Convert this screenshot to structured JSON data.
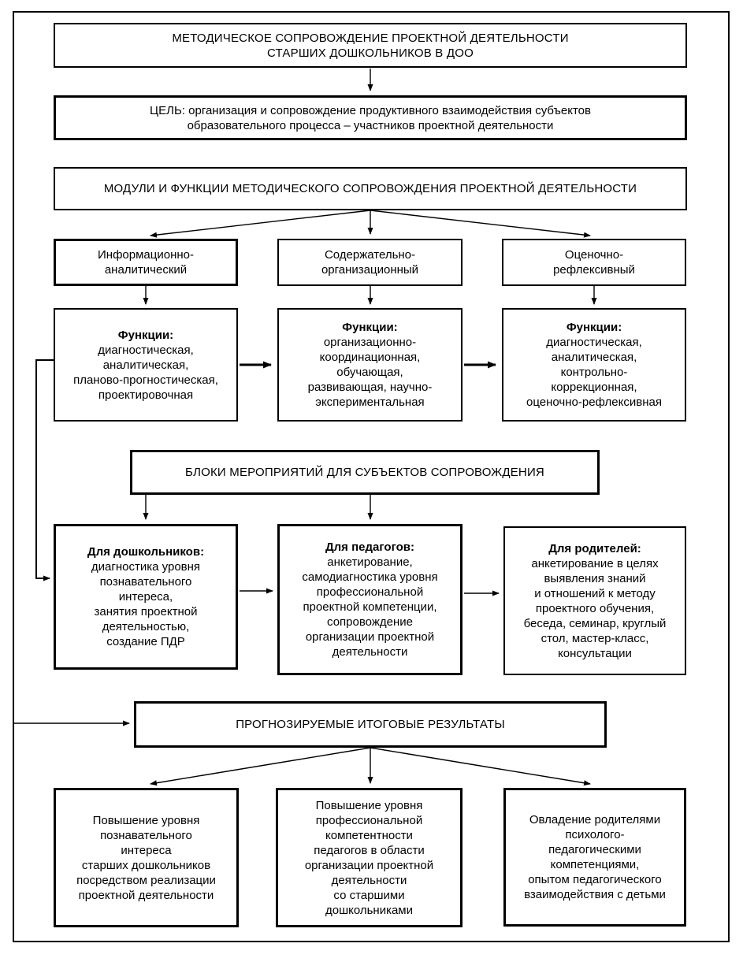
{
  "title": "МЕТОДИЧЕСКОЕ СОПРОВОЖДЕНИЕ ПРОЕКТНОЙ ДЕЯТЕЛЬНОСТИ\nСТАРШИХ ДОШКОЛЬНИКОВ В ДОО",
  "goal": "ЦЕЛЬ: организация и сопровождение продуктивного взаимодействия субъектов\nобразовательного процесса – участников проектной деятельности",
  "modules_header": "МОДУЛИ И ФУНКЦИИ МЕТОДИЧЕСКОГО СОПРОВОЖДЕНИЯ ПРОЕКТНОЙ ДЕЯТЕЛЬНОСТИ",
  "modules": [
    {
      "name": "Информационно-\nаналитический",
      "functions_label": "Функции:",
      "functions": "диагностическая,\nаналитическая,\nпланово-прогностическая,\nпроектировочная"
    },
    {
      "name": "Содержательно-\nорганизационный",
      "functions_label": "Функции:",
      "functions": "организационно-\nкоординационная,\nобучающая,\nразвивающая, научно-\nэкспериментальная"
    },
    {
      "name": "Оценочно-\nрефлексивный",
      "functions_label": "Функции:",
      "functions": "диагностическая,\nаналитическая,\nконтрольно-\nкоррекционная,\nоценочно-рефлексивная"
    }
  ],
  "blocks_header": "БЛОКИ МЕРОПРИЯТИЙ ДЛЯ СУБЪЕКТОВ СОПРОВОЖДЕНИЯ",
  "blocks": [
    {
      "label": "Для дошкольников:",
      "text": "диагностика уровня\nпознавательного\nинтереса,\nзанятия проектной\nдеятельностью,\nсоздание ПДР"
    },
    {
      "label": "Для педагогов:",
      "text": "анкетирование,\nсамодиагностика уровня\nпрофессиональной\nпроектной компетенции,\nсопровождение\nорганизации проектной\nдеятельности"
    },
    {
      "label": "Для родителей:",
      "text": "анкетирование в целях\nвыявления знаний\nи отношений к методу\nпроектного обучения,\nбеседа, семинар, круглый\nстол, мастер-класс,\nконсультации"
    }
  ],
  "results_header": "ПРОГНОЗИРУЕМЫЕ ИТОГОВЫЕ РЕЗУЛЬТАТЫ",
  "results": [
    "Повышение уровня\nпознавательного\nинтереса\nстарших дошкольников\nпосредством реализации\nпроектной деятельности",
    "Повышение уровня\nпрофессиональной\nкомпетентности\nпедагогов в области\nорганизации проектной\nдеятельности\nсо старшими\nдошкольниками",
    "Овладение родителями\nпсихолого-\nпедагогическими\nкомпетенциями,\nопытом педагогического\nвзаимодействия с детьми"
  ]
}
